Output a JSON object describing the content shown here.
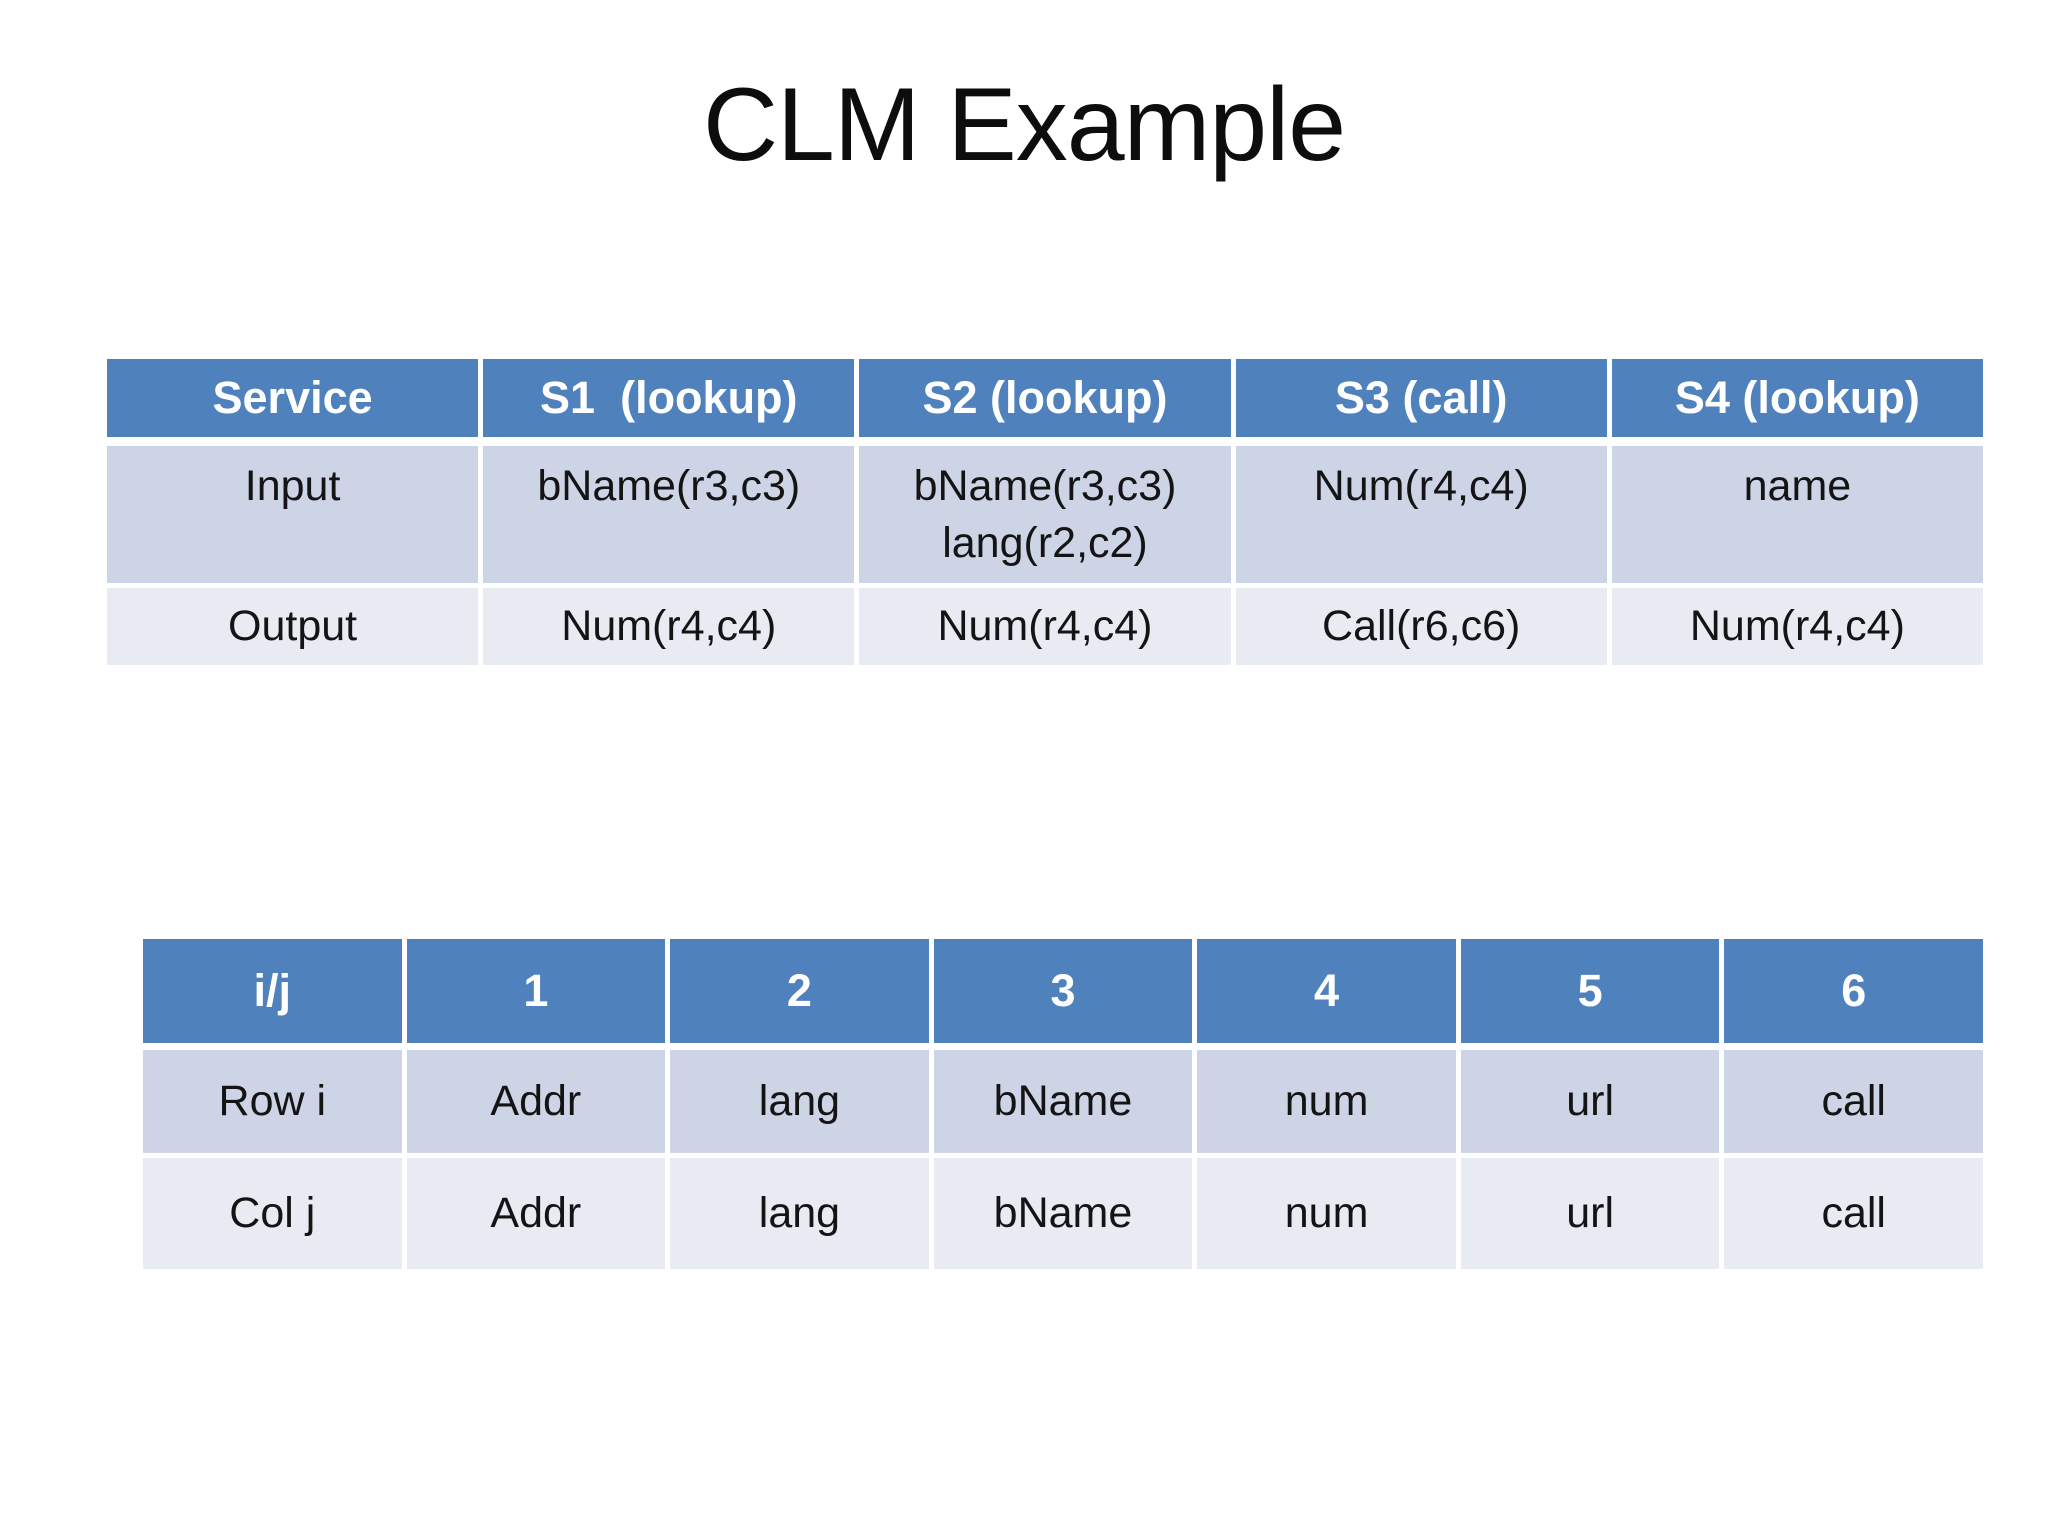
{
  "title": "CLM Example",
  "colors": {
    "header_bg": "#4F81BD",
    "header_text": "#FFFFFF",
    "row_odd_bg": "#CDD4E6",
    "row_even_bg": "#E9EBF3",
    "body_text": "#141414",
    "slide_bg": "#FFFFFF"
  },
  "service_table": {
    "headers": [
      "Service",
      "S1  (lookup)",
      "S2 (lookup)",
      "S3 (call)",
      "S4 (lookup)"
    ],
    "rows": [
      {
        "label": "Input",
        "cells": [
          [
            "bName(r3,c3)"
          ],
          [
            "bName(r3,c3)",
            "lang(r2,c2)"
          ],
          [
            "Num(r4,c4)"
          ],
          [
            "name"
          ]
        ]
      },
      {
        "label": "Output",
        "cells": [
          [
            "Num(r4,c4)"
          ],
          [
            "Num(r4,c4)"
          ],
          [
            "Call(r6,c6)"
          ],
          [
            "Num(r4,c4)"
          ]
        ]
      }
    ]
  },
  "matrix_table": {
    "headers": [
      "i/j",
      "1",
      "2",
      "3",
      "4",
      "5",
      "6"
    ],
    "rows": [
      {
        "label": "Row i",
        "cells": [
          "Addr",
          "lang",
          "bName",
          "num",
          "url",
          "call"
        ]
      },
      {
        "label": "Col j",
        "cells": [
          "Addr",
          "lang",
          "bName",
          "num",
          "url",
          "call"
        ]
      }
    ]
  }
}
